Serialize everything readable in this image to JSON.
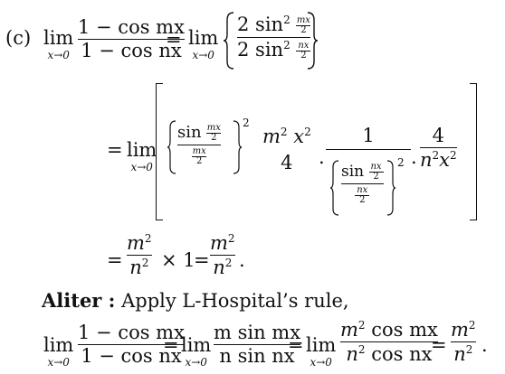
{
  "part_label": "(c)",
  "lim": "lim",
  "lim_sub": "x→0",
  "line1": {
    "frac1": {
      "num": "1 − cos mx",
      "den": "1 − cos nx"
    },
    "eq": "=",
    "frac2": {
      "num_pre": "2 sin",
      "num_sup": "2",
      "num_arg": "mx",
      "den_pre": "2 sin",
      "den_sup": "2",
      "den_arg": "nx",
      "half": "2"
    }
  },
  "line2": {
    "eq": "=",
    "sin_frac": {
      "num": "sin",
      "arg": "mx",
      "half": "2"
    },
    "sq": "2",
    "m2x2": {
      "m": "m",
      "m_sup": "2",
      "x": "x",
      "x_sup": "2",
      "den": "4"
    },
    "dot": ".",
    "one": "1",
    "inner": {
      "num": "sin",
      "arg": "nx",
      "half": "2"
    },
    "sq2": "2",
    "four": "4",
    "n2x2": {
      "n": "n",
      "n_sup": "2",
      "x": "x",
      "x_sup": "2"
    }
  },
  "line3": {
    "eq": "=",
    "m2": "m",
    "m2_sup": "2",
    "n2": "n",
    "n2_sup": "2",
    "times": "× 1",
    "eq2": "=",
    "period": "."
  },
  "aliter": {
    "label": "Aliter :",
    "text": "Apply L-Hospital’s rule,"
  },
  "line4": {
    "f1": {
      "num": "1 − cos mx",
      "den": "1 − cos nx"
    },
    "f2": {
      "num": "m sin mx",
      "den": "n sin nx"
    },
    "f3": {
      "num_m": "m",
      "num_sup": "2",
      "num_rest": "cos mx",
      "den_n": "n",
      "den_sup": "2",
      "den_rest": "cos nx"
    },
    "f4": {
      "num": "m",
      "num_sup": "2",
      "den": "n",
      "den_sup": "2"
    },
    "eq": "=",
    "period": "."
  }
}
